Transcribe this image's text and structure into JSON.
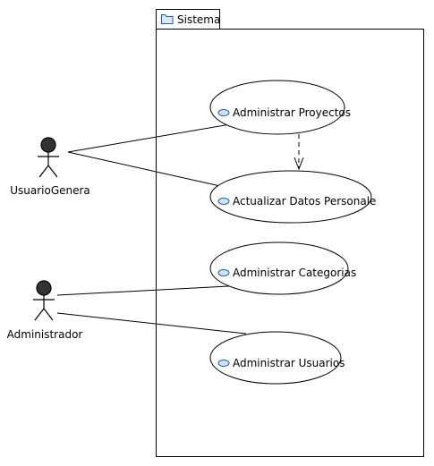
{
  "diagram": {
    "system": {
      "title": "Sistema",
      "icon": "folder-icon"
    },
    "actors": [
      {
        "name": "UsuarioGenera"
      },
      {
        "name": "Administrador"
      }
    ],
    "use_cases": [
      {
        "label": "Administrar Proyectos",
        "icon": "use-case-icon"
      },
      {
        "label": "Actualizar Datos Personale",
        "icon": "use-case-icon"
      },
      {
        "label": "Administrar Categorias",
        "icon": "use-case-icon"
      },
      {
        "label": "Administrar Usuarios",
        "icon": "use-case-icon"
      }
    ],
    "colors": {
      "actor_head": "#333333",
      "use_case_icon_fill": "#cfe3f7",
      "use_case_icon_stroke": "#1f5fa8",
      "folder_icon_fill": "#dbe9f7",
      "folder_icon_stroke": "#1f5fa8"
    }
  }
}
